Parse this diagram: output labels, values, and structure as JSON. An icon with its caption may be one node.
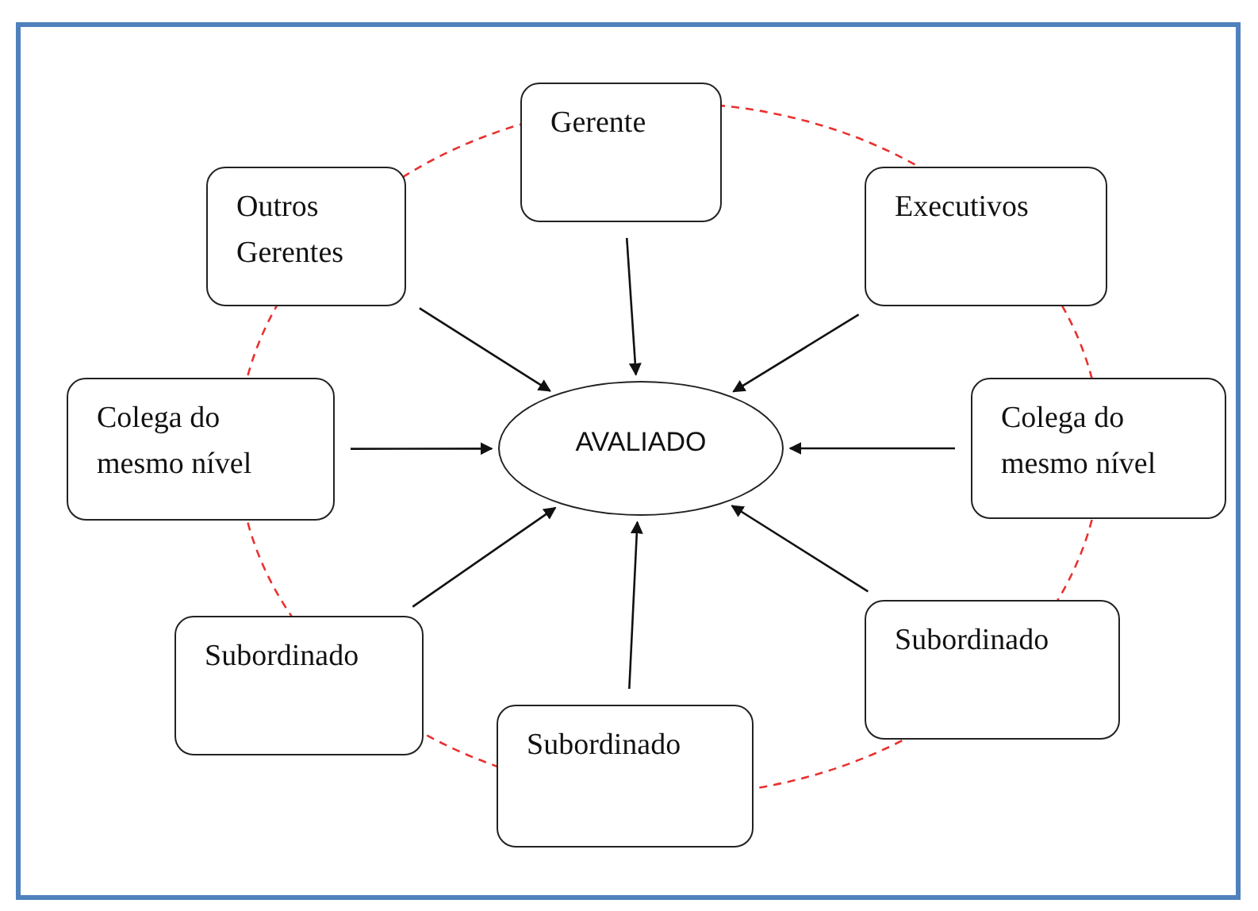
{
  "diagram": {
    "nodes": [
      {
        "text": [
          "AVALIADO"
        ]
      },
      {
        "text": [
          "Gerente"
        ]
      },
      {
        "text": [
          "Outros Gerentes"
        ]
      },
      {
        "text": [
          "Executivos"
        ]
      },
      {
        "text": [
          "Colega do mesmo nível"
        ]
      },
      {
        "text": [
          "Colega do mesmo nível"
        ]
      },
      {
        "text": [
          "Subordinado"
        ]
      },
      {
        "text": [
          "Subordinado"
        ]
      },
      {
        "text": [
          "Subordinado"
        ]
      }
    ],
    "edges": [
      {
        "from": 1,
        "to": 0,
        "arrow": "to"
      },
      {
        "from": 2,
        "to": 0,
        "arrow": "to"
      },
      {
        "from": 3,
        "to": 0,
        "arrow": "to"
      },
      {
        "from": 4,
        "to": 0,
        "arrow": "to"
      },
      {
        "from": 5,
        "to": 0,
        "arrow": "to"
      },
      {
        "from": 6,
        "to": 0,
        "arrow": "to"
      },
      {
        "from": 7,
        "to": 0,
        "arrow": "to"
      },
      {
        "from": 8,
        "to": 0,
        "arrow": "to"
      }
    ]
  }
}
